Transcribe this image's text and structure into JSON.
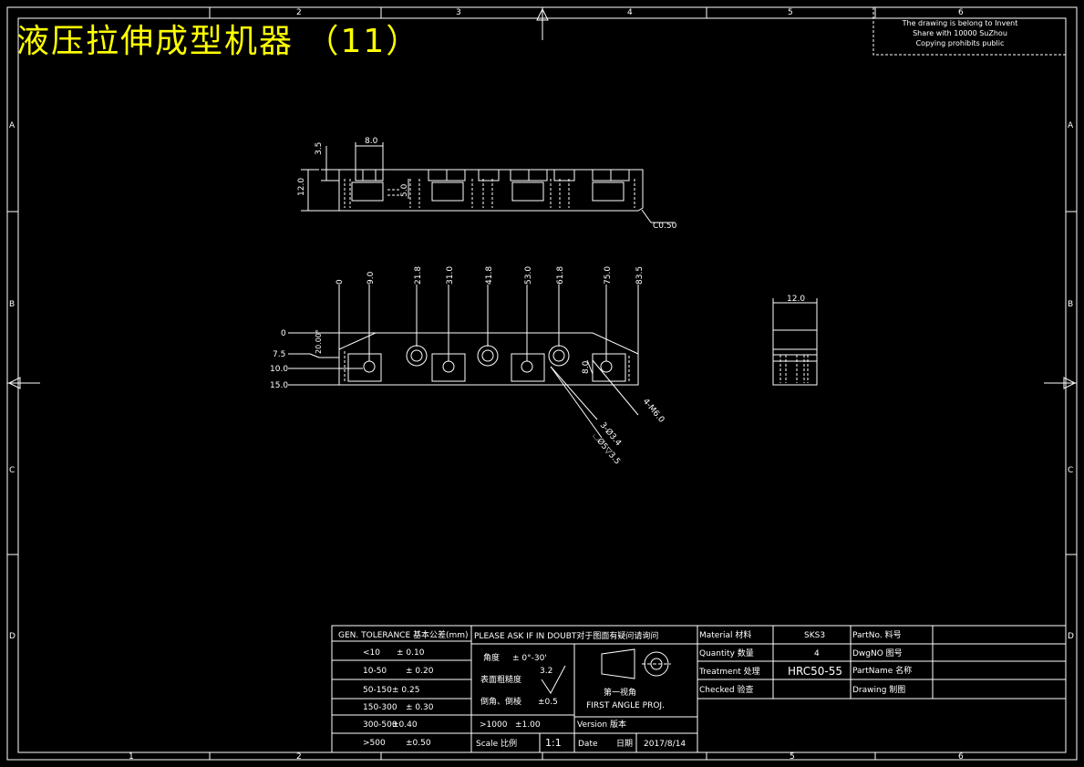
{
  "title": "液压拉伸成型机器 （11）",
  "copyright": [
    "The drawing is belong to Invent",
    "Share with 10000 SuZhou",
    "Copying prohibits public"
  ],
  "border": {
    "columns_top": [
      "2",
      "3",
      "4",
      "5",
      "6"
    ],
    "columns_bottom": [
      "1",
      "2",
      "5",
      "6"
    ],
    "rows": [
      "A",
      "B",
      "C",
      "D"
    ]
  },
  "top_view": {
    "dims": {
      "width_8": "8.0",
      "h_3_5": "3.5",
      "h_12": "12.0",
      "slot_5": "5.0",
      "chamfer": "C0.50"
    }
  },
  "front_view": {
    "x_dims": [
      "0",
      "9.0",
      "21.8",
      "31.0",
      "41.8",
      "53.0",
      "61.8",
      "75.0",
      "83.5"
    ],
    "y_dims": [
      "0",
      "7.5",
      "10.0",
      "15.0"
    ],
    "angle": "20.00°",
    "slot_h": "8.0",
    "callouts": {
      "holes": "3-Ø3.4",
      "cbore": "⌴Ø5▽3.5",
      "tap": "4-M6.0"
    }
  },
  "side_view": {
    "width": "12.0"
  },
  "title_block": {
    "tol_header": "GEN. TOLERANCE 基本公差(mm)",
    "tol_rows": [
      {
        "range": "<10",
        "tol": "± 0.10"
      },
      {
        "range": "10-50",
        "tol": "± 0.20"
      },
      {
        "range": "50-150",
        "tol": "± 0.25"
      },
      {
        "range": "150-300",
        "tol": "± 0.30"
      },
      {
        "range": "300-500",
        "tol": "±0.40"
      },
      {
        "range": ">500",
        "tol": "±0.50"
      }
    ],
    "please_ask": "PLEASE ASK IF IN DOUBT对于图面有疑问请询问",
    "angle_label": "角度",
    "angle_tol": "± 0°-30'",
    "roughness_label": "表面粗糙度",
    "roughness_val": "3.2",
    "chamfer_label": "倒角、倒棱",
    "chamfer_tol": "±0.5",
    "over1000": ">1000",
    "over1000_tol": "±1.00",
    "first_angle": "第一视角",
    "first_angle_en": "FIRST ANGLE PROJ.",
    "scale_label": "Scale 比例",
    "scale_val": "1:1",
    "version_label": "Version 版本",
    "date_label": "Date",
    "date_cn": "日期",
    "date_val": "2017/8/14",
    "material_label": "Material 材料",
    "material_val": "SKS3",
    "quantity_label": "Quantity 数量",
    "quantity_val": "4",
    "treatment_label": "Treatment 处理",
    "treatment_val": "HRC50-55",
    "checked_label": "Checked 验查",
    "partno_label": "PartNo. 料号",
    "dwgno_label": "DwgNO 图号",
    "partname_label": "PartName 名称",
    "drawing_label": "Drawing 制图"
  },
  "colors": {
    "line": "#ffffff",
    "title": "#ffff00",
    "background": "#000000"
  }
}
